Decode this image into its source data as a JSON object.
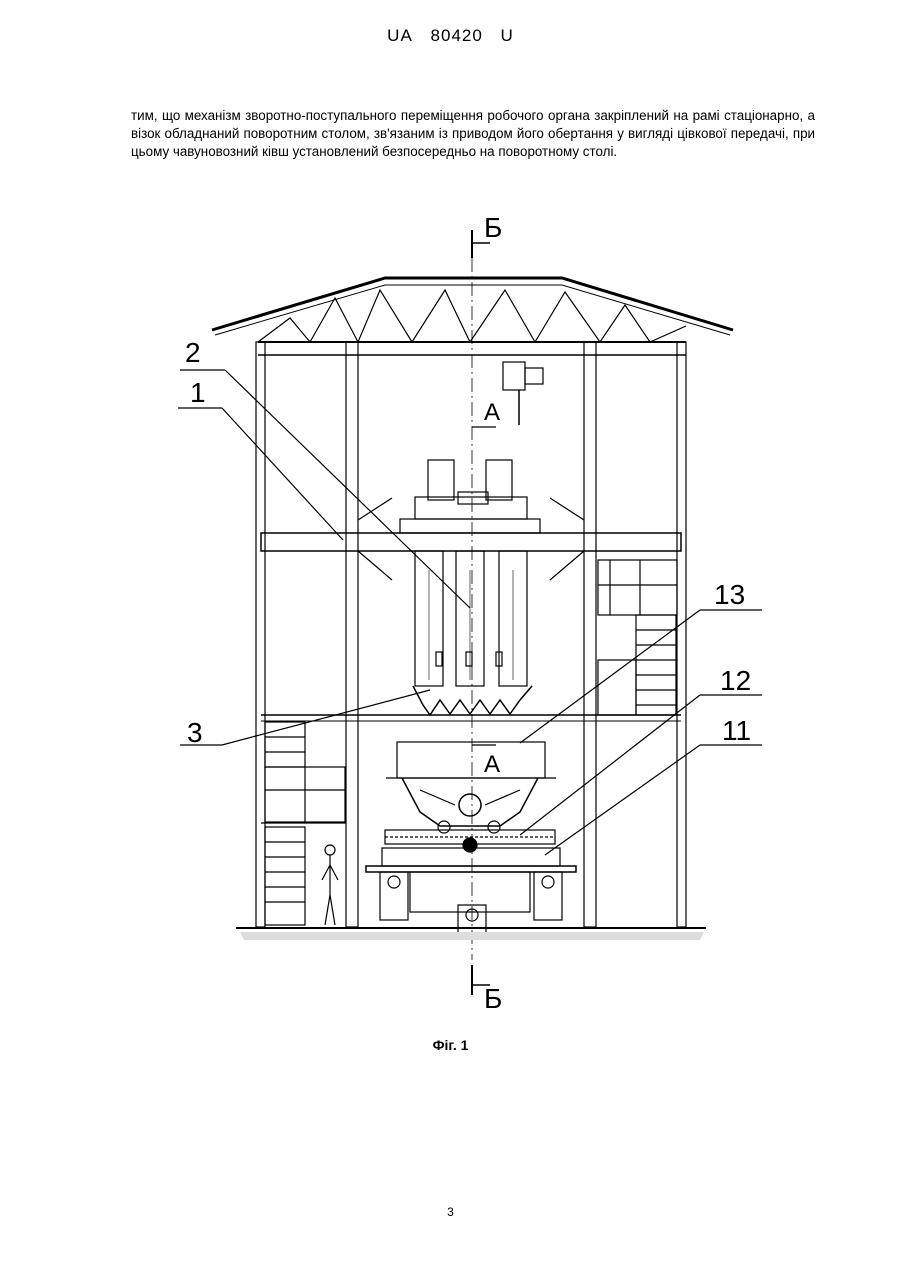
{
  "header": {
    "country": "UA",
    "number": "80420",
    "kind": "U"
  },
  "paragraph": "тим, що механізм зворотно-поступального переміщення робочого органа закріплений на рамі стаціонарно, а візок обладнаний поворотним столом, зв'язаним із приводом його обертання у вигляді цівкової передачі, при цьому чавуновозний ківш установлений безпосередньо на поворотному столі.",
  "figure": {
    "section_label_top": "Б",
    "section_label_bottom": "Б",
    "view_label_upper": "А",
    "view_label_lower": "А",
    "callouts": {
      "c1": "1",
      "c2": "2",
      "c3": "3",
      "c11": "11",
      "c12": "12",
      "c13": "13"
    }
  },
  "caption": "Фіг. 1",
  "page_number": "3"
}
